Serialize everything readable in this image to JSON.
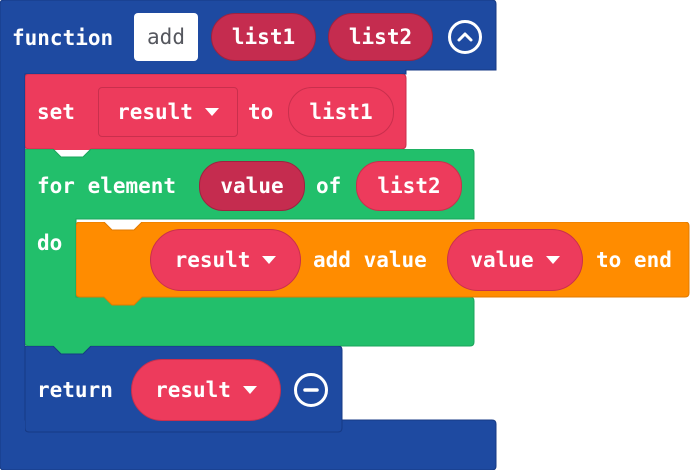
{
  "function_block": {
    "keyword": "function",
    "name": "add",
    "params": [
      "list1",
      "list2"
    ],
    "collapse_icon": "chevron-up-icon"
  },
  "set_block": {
    "keyword": "set",
    "variable": "result",
    "to_label": "to",
    "value": "list1"
  },
  "for_block": {
    "keyword": "for element",
    "variable": "value",
    "of_label": "of",
    "list": "list2",
    "do_label": "do"
  },
  "add_block": {
    "list_variable": "result",
    "action_label": "add value",
    "value_variable": "value",
    "end_label": "to end"
  },
  "return_block": {
    "keyword": "return",
    "variable": "result",
    "remove_icon": "minus-circle-icon"
  },
  "colors": {
    "function_blue": "#1e4aa1",
    "variable_red": "#ed3b5c",
    "param_red": "#c52c4f",
    "loop_green": "#22bf6b",
    "list_orange": "#ff8c00"
  }
}
